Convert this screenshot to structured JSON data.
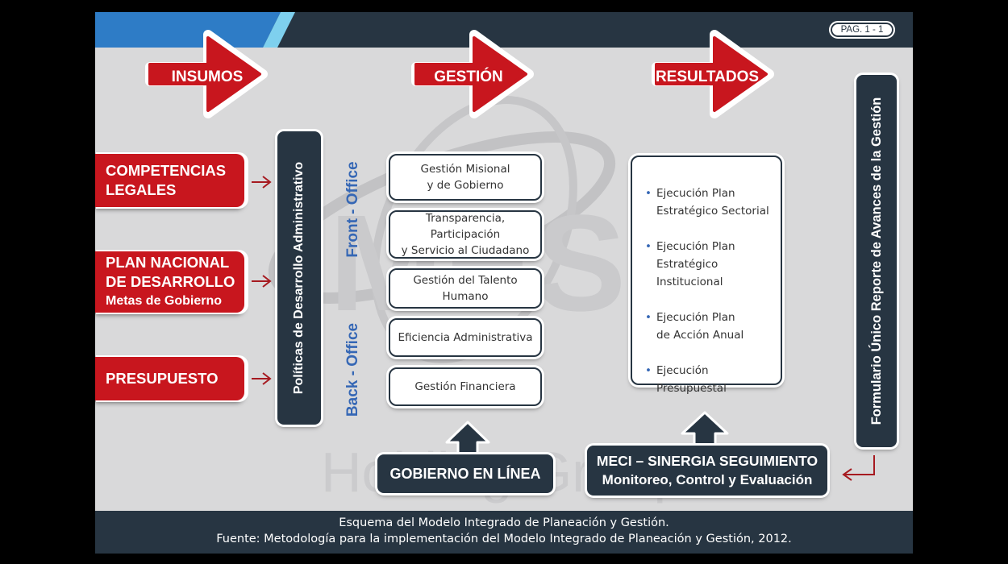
{
  "page_label": "PAG. 1 - 1",
  "arrows": {
    "insumos": "INSUMOS",
    "gestion": "GESTIÓN",
    "resultados": "RESULTADOS"
  },
  "inputs": {
    "competencias": [
      "COMPETENCIAS",
      "LEGALES"
    ],
    "plan": [
      "PLAN NACIONAL",
      "DE DESARROLLO"
    ],
    "plan_sub": "Metas de Gobierno",
    "presupuesto": "PRESUPUESTO"
  },
  "politicas": "Políticas de Desarrollo Administrativo",
  "front_office": "Front - Office",
  "back_office": "Back - Office",
  "gestion_items": [
    [
      "Gestión Misional",
      "y de Gobierno"
    ],
    [
      "Transparencia, Participación",
      "y Servicio al Ciudadano"
    ],
    [
      "Gestión del Talento Humano"
    ],
    [
      "Eficiencia Administrativa"
    ],
    [
      "Gestión Financiera"
    ]
  ],
  "resultados_items": [
    [
      "Ejecución Plan",
      "Estratégico Sectorial"
    ],
    [
      "Ejecución Plan",
      "Estratégico Institucional"
    ],
    [
      "Ejecución Plan",
      "de Acción Anual"
    ],
    [
      "Ejecución Presupuestal"
    ]
  ],
  "formulario": "Formulario Único Reporte de Avances de la Gestión",
  "gobierno_en_linea": "GOBIERNO EN LÍNEA",
  "meci": {
    "title": "MECI – SINERGIA SEGUIMIENTO",
    "sub": "Monitoreo, Control y Evaluación"
  },
  "watermark": {
    "logo": "MES",
    "registered": "®",
    "company": "Holding Group"
  },
  "caption": {
    "line1": "Esquema del Modelo Integrado de Planeación y Gestión.",
    "line2": "Fuente: Metodología para la implementación del Modelo Integrado de Planeación y Gestión, 2012."
  },
  "colors": {
    "navy": "#273542",
    "red": "#c8161e",
    "blue_text": "#3567b5",
    "background": "#d9d9da"
  }
}
